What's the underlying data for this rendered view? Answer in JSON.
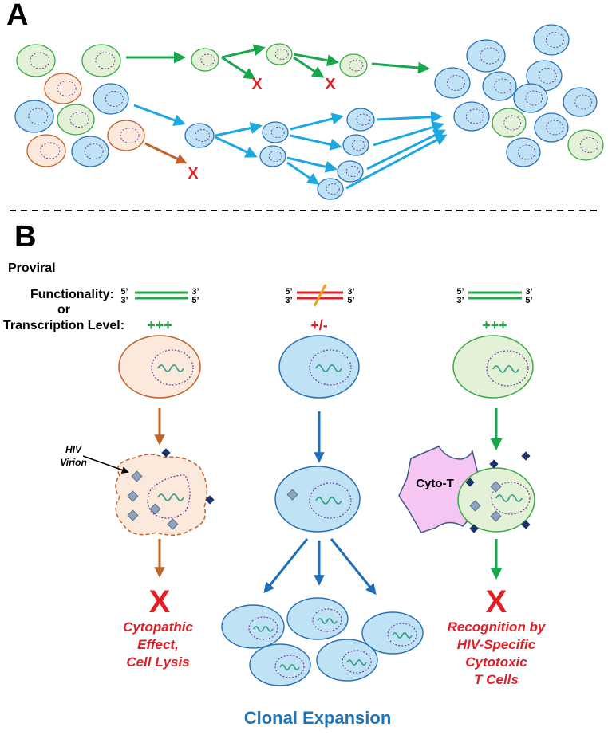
{
  "panel_a": {
    "letter": "A",
    "x_mark": "X"
  },
  "panel_b": {
    "letter": "B",
    "section_label": "Proviral",
    "row_label_1": "Functionality:",
    "row_label_or": "or",
    "row_label_2": "Transcription Level:",
    "strand_5p": "5’",
    "strand_3p": "3’",
    "columns": [
      {
        "level": "+++",
        "level_color": "#22a845",
        "outcome_lines": [
          "Cytopathic",
          "Effect,",
          "Cell Lysis"
        ],
        "outcome_mark": "X"
      },
      {
        "level": "+/-",
        "level_color": "#e31e24",
        "outcome_lines": [
          "Clonal Expansion"
        ]
      },
      {
        "level": "+++",
        "level_color": "#22a845",
        "outcome_lines": [
          "Recognition by",
          "HIV-Specific",
          "Cytotoxic",
          "T Cells"
        ],
        "outcome_mark": "X"
      }
    ],
    "virion_label_1": "HIV",
    "virion_label_2": "Virion",
    "cyto_t_label": "Cyto-T"
  },
  "colors": {
    "orange_cell_fill": "#fbe9dc",
    "orange_cell_stroke": "#c0622a",
    "blue_cell_fill": "#bfe3f5",
    "blue_cell_stroke": "#2a6fb5",
    "green_cell_fill": "#e3f2d6",
    "green_cell_stroke": "#3aa84a",
    "green_arrow": "#17a84b",
    "blue_arrow": "#1ea8e0",
    "dark_blue_arrow": "#1c6fb8",
    "orange_arrow": "#c0622a",
    "red": "#e31e24",
    "virion_fill": "#8da4c2",
    "virion_dark": "#1a3268",
    "cyto_fill": "#f5c6f2",
    "clonal_text": "#1f73b7"
  }
}
